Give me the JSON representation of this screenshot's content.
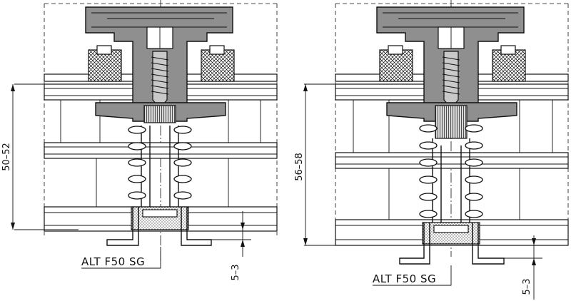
{
  "views": [
    {
      "label": "ALT F50 SG",
      "height_dim": "50–52",
      "gap_dim": "5–3"
    },
    {
      "label": "ALT F50 SG",
      "height_dim": "56–58",
      "gap_dim": "5–3"
    }
  ]
}
